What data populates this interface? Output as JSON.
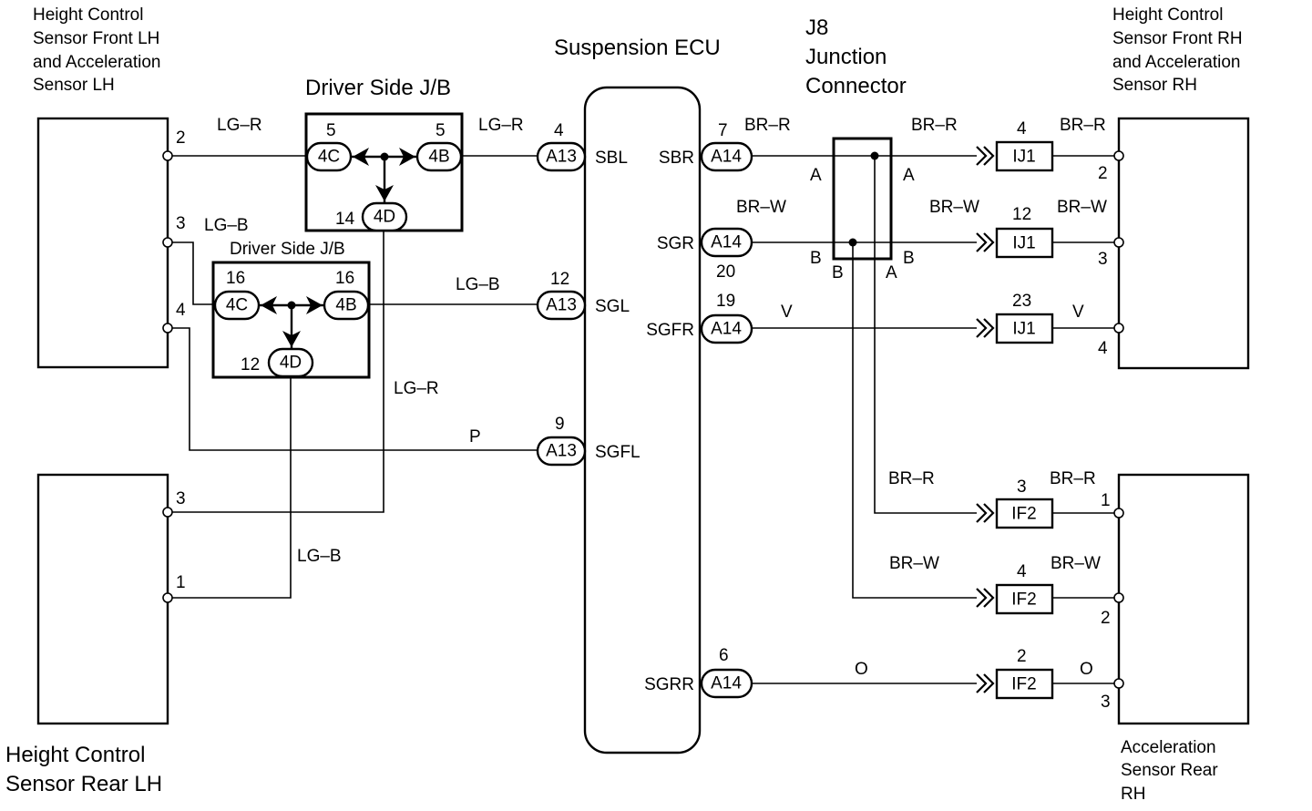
{
  "components": {
    "sensor_front_lh": [
      "Height Control",
      "Sensor Front LH",
      "and  Acceleration",
      "Sensor LH"
    ],
    "sensor_rear_lh": [
      "Height Control",
      "Sensor Rear LH"
    ],
    "sensor_front_rh": [
      "Height Control",
      "Sensor Front RH",
      "and Acceleration",
      "Sensor RH"
    ],
    "sensor_rear_rh": [
      "Acceleration",
      "Sensor Rear",
      "RH"
    ],
    "ecu": "Suspension ECU",
    "jb_top": "Driver Side J/B",
    "jb_bottom": "Driver Side J/B",
    "junction": [
      "J8",
      "Junction",
      "Connector"
    ]
  },
  "jb_top": {
    "c4c": "4C",
    "c4b": "4B",
    "c4d": "4D",
    "pin_4c": "5",
    "pin_4b": "5",
    "pin_4d": "14"
  },
  "jb_bottom": {
    "c4c": "4C",
    "c4b": "4B",
    "c4d": "4D",
    "pin_4c": "16",
    "pin_4b": "16",
    "pin_4d": "12"
  },
  "ecu_left": [
    {
      "pin": "4",
      "connector": "A13",
      "terminal": "SBL",
      "wire": "LG–R"
    },
    {
      "pin": "12",
      "connector": "A13",
      "terminal": "SGL",
      "wire": "LG–B"
    },
    {
      "pin": "9",
      "connector": "A13",
      "terminal": "SGFL",
      "wire": "P"
    }
  ],
  "ecu_right": [
    {
      "pin": "7",
      "connector": "A14",
      "terminal": "SBR",
      "wire": "BR–R"
    },
    {
      "pin": "20",
      "connector": "A14",
      "terminal": "SGR",
      "wire": "BR–W"
    },
    {
      "pin": "19",
      "connector": "A14",
      "terminal": "SGFR",
      "wire": "V"
    },
    {
      "pin": "6",
      "connector": "A14",
      "terminal": "SGRR",
      "wire": "O"
    }
  ],
  "front_lh_pins": [
    "2",
    "3",
    "4"
  ],
  "front_lh_wires": {
    "p2": "LG–R",
    "p3": "LG–B"
  },
  "rear_lh_pins": [
    "3",
    "1"
  ],
  "rear_lh_wires": {
    "lgr": "LG–R",
    "lgb": "LG–B"
  },
  "junction_labels": {
    "a_left": "A",
    "a_right": "A",
    "b_left": "B",
    "b_right": "B",
    "b_bottom": "B",
    "a_bottom": "A"
  },
  "right_side": [
    {
      "mid_wire": "BR–R",
      "conn": "IJ1",
      "conn_pin": "4",
      "end_wire": "BR–R",
      "sensor_pin": "2"
    },
    {
      "mid_wire": "BR–W",
      "conn": "IJ1",
      "conn_pin": "12",
      "end_wire": "BR–W",
      "sensor_pin": "3"
    },
    {
      "mid_wire": "",
      "conn": "IJ1",
      "conn_pin": "23",
      "end_wire": "V",
      "sensor_pin": "4"
    },
    {
      "mid_wire": "BR–R",
      "conn": "IF2",
      "conn_pin": "3",
      "end_wire": "BR–R",
      "sensor_pin": "1"
    },
    {
      "mid_wire": "BR–W",
      "conn": "IF2",
      "conn_pin": "4",
      "end_wire": "BR–W",
      "sensor_pin": "2"
    },
    {
      "mid_wire": "O",
      "conn": "IF2",
      "conn_pin": "2",
      "end_wire": "O",
      "sensor_pin": "3"
    }
  ]
}
